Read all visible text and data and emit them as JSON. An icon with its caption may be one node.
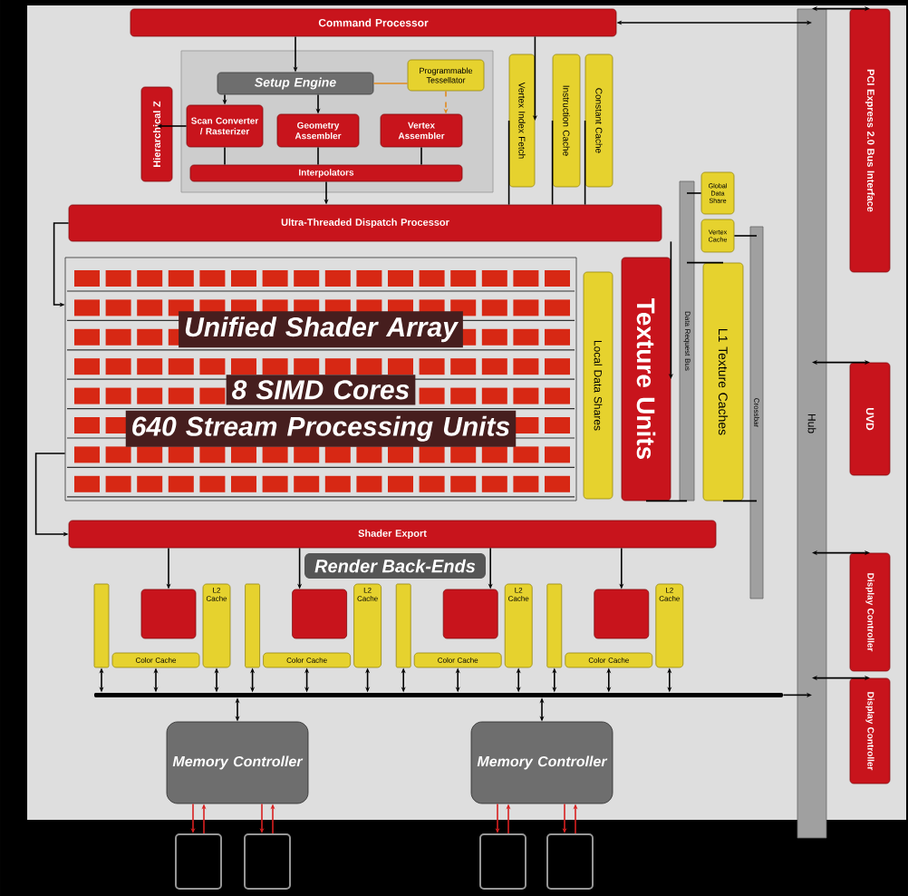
{
  "diagram": {
    "nodes": [
      {
        "text": [
          "Command Processor"
        ]
      },
      {
        "text": [
          "Setup Engine"
        ]
      },
      {
        "text": [
          "Programmable Tessellator"
        ]
      },
      {
        "text": [
          "Hierarchical Z"
        ]
      },
      {
        "text": [
          "Scan Converter / Rasterizer"
        ]
      },
      {
        "text": [
          "Geometry Assembler"
        ]
      },
      {
        "text": [
          "Vertex Assembler"
        ]
      },
      {
        "text": [
          "Interpolators"
        ]
      },
      {
        "text": [
          "Vertex Index Fetch"
        ]
      },
      {
        "text": [
          "Instruction Cache"
        ]
      },
      {
        "text": [
          "Constant Cache"
        ]
      },
      {
        "text": [
          "Ultra-Threaded Dispatch Processor"
        ]
      },
      {
        "text": [
          "Global Data Share"
        ]
      },
      {
        "text": [
          "Vertex Cache"
        ]
      },
      {
        "text": [
          "Unified Shader Array",
          "8 SIMD Cores",
          "640 Stream Processing Units"
        ]
      },
      {
        "text": [
          "Local Data Shares"
        ]
      },
      {
        "text": [
          "Texture Units"
        ]
      },
      {
        "text": [
          "Data Request Bus"
        ]
      },
      {
        "text": [
          "L1 Texture Caches"
        ]
      },
      {
        "text": [
          "Crossbar"
        ]
      },
      {
        "text": [
          "Hub"
        ]
      },
      {
        "text": [
          "PCI Express 2.0 Bus Interface"
        ]
      },
      {
        "text": [
          "UVD"
        ]
      },
      {
        "text": [
          "Display Controller"
        ]
      },
      {
        "text": [
          "Display Controller"
        ]
      },
      {
        "text": [
          "Shader Export"
        ]
      },
      {
        "text": [
          "Render Back-Ends"
        ]
      },
      {
        "text": [],
        "shape": "bar"
      },
      {
        "text": [],
        "shape": "box"
      },
      {
        "text": [
          "L2 Cache"
        ]
      },
      {
        "text": [
          "Color Cache"
        ]
      },
      {
        "text": [],
        "shape": "bar"
      },
      {
        "text": [],
        "shape": "box"
      },
      {
        "text": [
          "L2 Cache"
        ]
      },
      {
        "text": [
          "Color Cache"
        ]
      },
      {
        "text": [],
        "shape": "bar"
      },
      {
        "text": [],
        "shape": "box"
      },
      {
        "text": [
          "L2 Cache"
        ]
      },
      {
        "text": [
          "Color Cache"
        ]
      },
      {
        "text": [],
        "shape": "bar"
      },
      {
        "text": [],
        "shape": "box"
      },
      {
        "text": [
          "L2 Cache"
        ]
      },
      {
        "text": [
          "Color Cache"
        ]
      },
      {
        "text": [
          "Memory Controller"
        ]
      },
      {
        "text": [
          "Memory Controller"
        ]
      },
      {
        "text": [],
        "shape": "box"
      },
      {
        "text": [],
        "shape": "box"
      },
      {
        "text": [],
        "shape": "box"
      },
      {
        "text": [],
        "shape": "box"
      },
      {
        "text": [],
        "shape": "bar"
      }
    ],
    "edges": [
      {
        "from": 0,
        "to": 20,
        "arrow": "both"
      },
      {
        "from": 21,
        "to": 20,
        "arrow": "both"
      },
      {
        "from": 22,
        "to": 20,
        "arrow": "both"
      },
      {
        "from": 23,
        "to": 20,
        "arrow": "both"
      },
      {
        "from": 24,
        "to": 20,
        "arrow": "both"
      },
      {
        "from": 0,
        "to": 1,
        "arrow": "to"
      },
      {
        "from": 1,
        "to": 4,
        "arrow": "to"
      },
      {
        "from": 1,
        "to": 5,
        "arrow": "to"
      },
      {
        "from": 2,
        "to": 6,
        "arrow": "to",
        "style": "dashed",
        "color": "#e08a1e"
      },
      {
        "from": 1,
        "to": 2,
        "arrow": "none",
        "color": "#e08a1e"
      },
      {
        "from": 0,
        "to": 8,
        "arrow": "to"
      },
      {
        "from": 4,
        "to": 3,
        "arrow": "to"
      },
      {
        "from": 7,
        "to": 11,
        "arrow": "to"
      },
      {
        "from": 8,
        "to": 11,
        "arrow": "none"
      },
      {
        "from": 9,
        "to": 11,
        "arrow": "none"
      },
      {
        "from": 10,
        "to": 11,
        "arrow": "none"
      },
      {
        "from": 11,
        "to": 16,
        "arrow": "to"
      },
      {
        "from": 11,
        "to": 14,
        "arrow": "to"
      },
      {
        "from": 14,
        "to": 25,
        "arrow": "to"
      },
      {
        "from": 16,
        "to": 17,
        "arrow": "none"
      },
      {
        "from": 18,
        "to": 17,
        "arrow": "none"
      },
      {
        "from": 18,
        "to": 19,
        "arrow": "none"
      },
      {
        "from": 12,
        "to": 17,
        "arrow": "none"
      },
      {
        "from": 13,
        "to": 19,
        "arrow": "none"
      },
      {
        "from": 25,
        "to": 28,
        "arrow": "to"
      },
      {
        "from": 25,
        "to": 32,
        "arrow": "to"
      },
      {
        "from": 25,
        "to": 36,
        "arrow": "to"
      },
      {
        "from": 25,
        "to": 40,
        "arrow": "to"
      },
      {
        "from": 43,
        "to": 45,
        "arrow": "to",
        "color": "#d82020"
      },
      {
        "from": 45,
        "to": 43,
        "arrow": "to",
        "color": "#d82020"
      },
      {
        "from": 43,
        "to": 46,
        "arrow": "to",
        "color": "#d82020"
      },
      {
        "from": 46,
        "to": 43,
        "arrow": "to",
        "color": "#d82020"
      },
      {
        "from": 44,
        "to": 47,
        "arrow": "to",
        "color": "#d82020"
      },
      {
        "from": 47,
        "to": 44,
        "arrow": "to",
        "color": "#d82020"
      },
      {
        "from": 44,
        "to": 48,
        "arrow": "to",
        "color": "#d82020"
      },
      {
        "from": 48,
        "to": 44,
        "arrow": "to",
        "color": "#d82020"
      },
      {
        "from": 4,
        "to": 7,
        "arrow": "none"
      },
      {
        "from": 5,
        "to": 7,
        "arrow": "none"
      },
      {
        "from": 6,
        "to": 7,
        "arrow": "none"
      },
      {
        "from": 27,
        "to": 49,
        "arrow": "both"
      },
      {
        "from": 29,
        "to": 49,
        "arrow": "both"
      },
      {
        "from": 30,
        "to": 49,
        "arrow": "both"
      },
      {
        "from": 31,
        "to": 49,
        "arrow": "both"
      },
      {
        "from": 33,
        "to": 49,
        "arrow": "both"
      },
      {
        "from": 34,
        "to": 49,
        "arrow": "both"
      },
      {
        "from": 35,
        "to": 49,
        "arrow": "both"
      },
      {
        "from": 37,
        "to": 49,
        "arrow": "both"
      },
      {
        "from": 38,
        "to": 49,
        "arrow": "both"
      },
      {
        "from": 39,
        "to": 49,
        "arrow": "both"
      },
      {
        "from": 41,
        "to": 49,
        "arrow": "both"
      },
      {
        "from": 42,
        "to": 49,
        "arrow": "both"
      },
      {
        "from": 43,
        "to": 49,
        "arrow": "both"
      },
      {
        "from": 44,
        "to": 49,
        "arrow": "both"
      },
      {
        "from": 49,
        "to": 20,
        "arrow": "to"
      }
    ]
  }
}
